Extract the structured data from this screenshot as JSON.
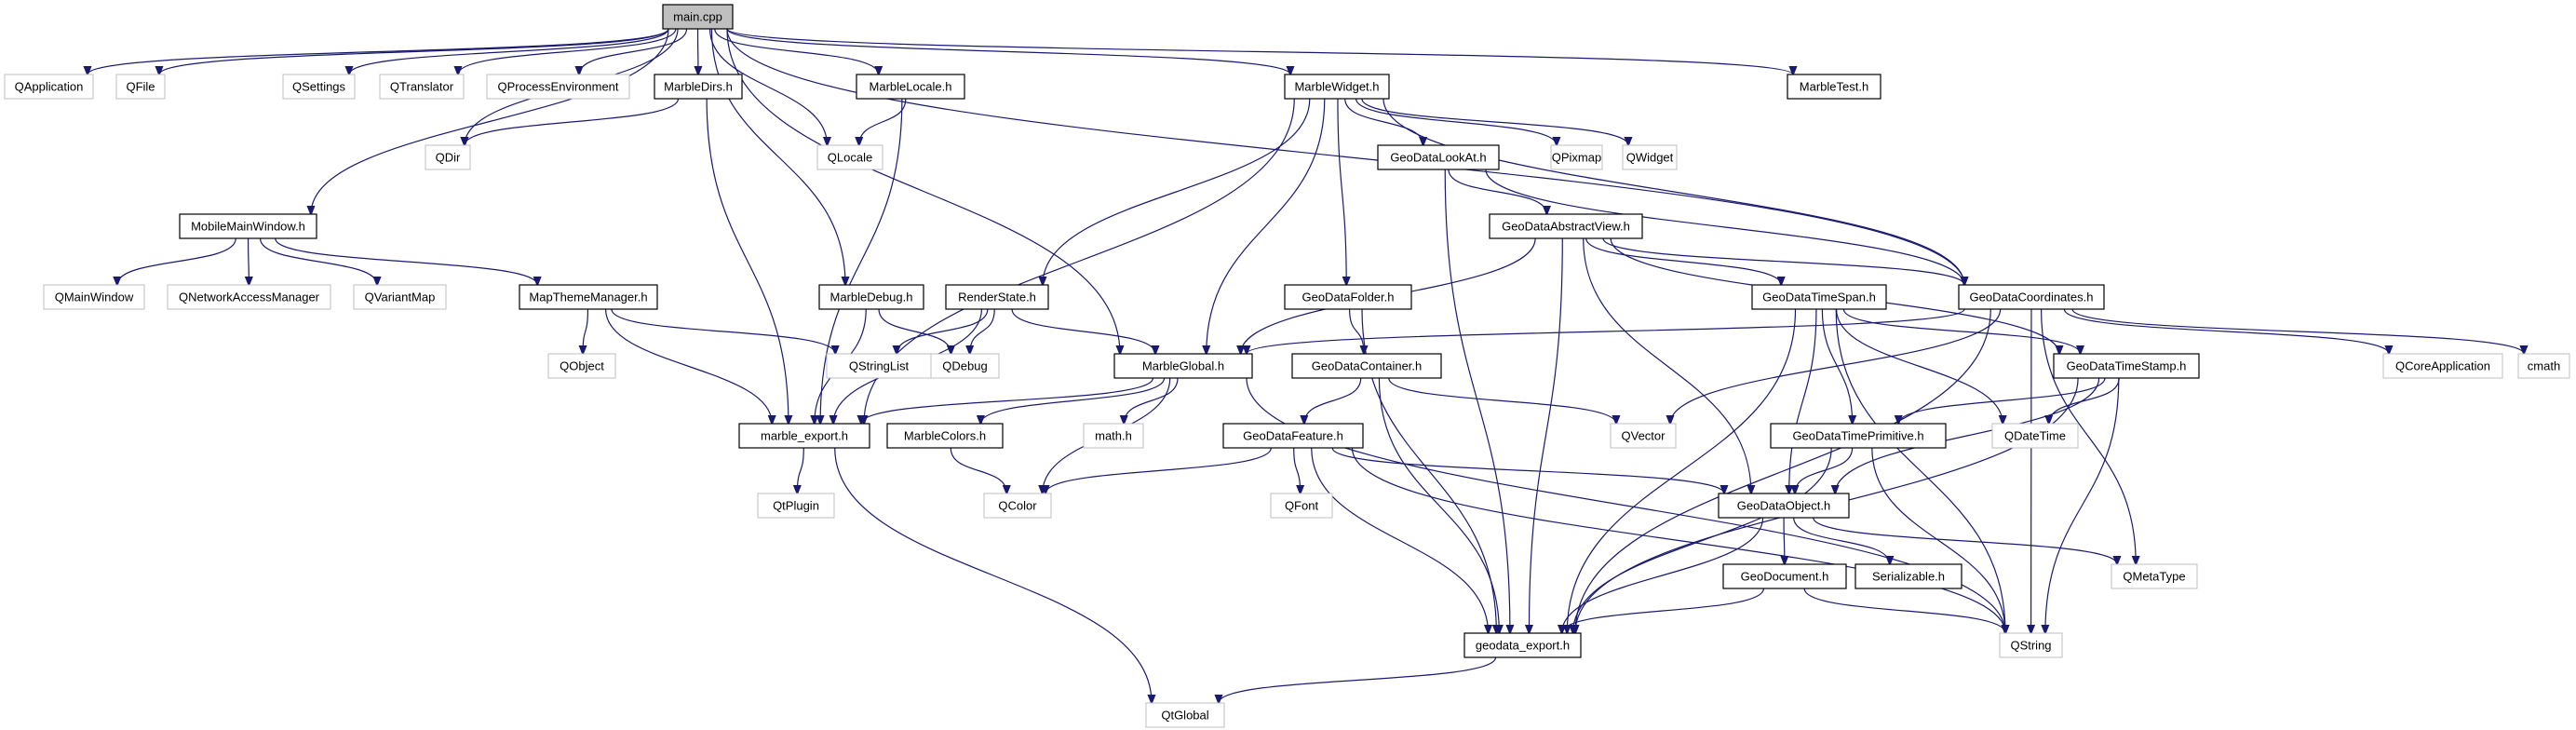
{
  "diagram": {
    "title": "main.cpp include dependency graph",
    "root": "main.cpp",
    "colors": {
      "edge": "#191970",
      "root_fill": "#bfbfbf",
      "documented_border": "#000000",
      "external_border": "#bfbfbf",
      "background": "#ffffff"
    },
    "nodes": [
      {
        "id": "main.cpp",
        "kind": "root"
      },
      {
        "id": "QApplication",
        "kind": "external"
      },
      {
        "id": "QFile",
        "kind": "external"
      },
      {
        "id": "QSettings",
        "kind": "external"
      },
      {
        "id": "QTranslator",
        "kind": "external"
      },
      {
        "id": "QProcessEnvironment",
        "kind": "external"
      },
      {
        "id": "MarbleDirs.h",
        "kind": "documented"
      },
      {
        "id": "MarbleLocale.h",
        "kind": "documented"
      },
      {
        "id": "MarbleWidget.h",
        "kind": "documented"
      },
      {
        "id": "MarbleTest.h",
        "kind": "documented"
      },
      {
        "id": "QDir",
        "kind": "external"
      },
      {
        "id": "QLocale",
        "kind": "external"
      },
      {
        "id": "GeoDataLookAt.h",
        "kind": "documented"
      },
      {
        "id": "QPixmap",
        "kind": "external"
      },
      {
        "id": "QWidget",
        "kind": "external"
      },
      {
        "id": "MobileMainWindow.h",
        "kind": "documented"
      },
      {
        "id": "GeoDataAbstractView.h",
        "kind": "documented"
      },
      {
        "id": "QMainWindow",
        "kind": "external"
      },
      {
        "id": "QNetworkAccessManager",
        "kind": "external"
      },
      {
        "id": "QVariantMap",
        "kind": "external"
      },
      {
        "id": "MapThemeManager.h",
        "kind": "documented"
      },
      {
        "id": "MarbleDebug.h",
        "kind": "documented"
      },
      {
        "id": "RenderState.h",
        "kind": "documented"
      },
      {
        "id": "GeoDataFolder.h",
        "kind": "documented"
      },
      {
        "id": "GeoDataTimeSpan.h",
        "kind": "documented"
      },
      {
        "id": "GeoDataCoordinates.h",
        "kind": "documented"
      },
      {
        "id": "QObject",
        "kind": "external"
      },
      {
        "id": "QStringList",
        "kind": "external"
      },
      {
        "id": "QDebug",
        "kind": "external"
      },
      {
        "id": "MarbleGlobal.h",
        "kind": "documented"
      },
      {
        "id": "GeoDataContainer.h",
        "kind": "documented"
      },
      {
        "id": "GeoDataTimeStamp.h",
        "kind": "documented"
      },
      {
        "id": "QCoreApplication",
        "kind": "external"
      },
      {
        "id": "cmath",
        "kind": "external"
      },
      {
        "id": "marble_export.h",
        "kind": "documented"
      },
      {
        "id": "MarbleColors.h",
        "kind": "documented"
      },
      {
        "id": "math.h",
        "kind": "external"
      },
      {
        "id": "GeoDataFeature.h",
        "kind": "documented"
      },
      {
        "id": "QVector",
        "kind": "external"
      },
      {
        "id": "GeoDataTimePrimitive.h",
        "kind": "documented"
      },
      {
        "id": "QDateTime",
        "kind": "external"
      },
      {
        "id": "QtPlugin",
        "kind": "external"
      },
      {
        "id": "QColor",
        "kind": "external"
      },
      {
        "id": "QFont",
        "kind": "external"
      },
      {
        "id": "GeoDataObject.h",
        "kind": "documented"
      },
      {
        "id": "GeoDocument.h",
        "kind": "documented"
      },
      {
        "id": "Serializable.h",
        "kind": "documented"
      },
      {
        "id": "QMetaType",
        "kind": "external"
      },
      {
        "id": "geodata_export.h",
        "kind": "documented"
      },
      {
        "id": "QString",
        "kind": "external"
      },
      {
        "id": "QtGlobal",
        "kind": "external"
      }
    ],
    "edges": [
      [
        "main.cpp",
        "QApplication"
      ],
      [
        "main.cpp",
        "QFile"
      ],
      [
        "main.cpp",
        "QSettings"
      ],
      [
        "main.cpp",
        "QTranslator"
      ],
      [
        "main.cpp",
        "QProcessEnvironment"
      ],
      [
        "main.cpp",
        "MarbleDirs.h"
      ],
      [
        "main.cpp",
        "MarbleLocale.h"
      ],
      [
        "main.cpp",
        "MarbleWidget.h"
      ],
      [
        "main.cpp",
        "MarbleTest.h"
      ],
      [
        "main.cpp",
        "QDir"
      ],
      [
        "main.cpp",
        "QLocale"
      ],
      [
        "main.cpp",
        "MobileMainWindow.h"
      ],
      [
        "main.cpp",
        "MarbleDebug.h"
      ],
      [
        "main.cpp",
        "MarbleGlobal.h"
      ],
      [
        "main.cpp",
        "GeoDataCoordinates.h"
      ],
      [
        "MarbleDirs.h",
        "QDir"
      ],
      [
        "MarbleDirs.h",
        "marble_export.h"
      ],
      [
        "MarbleLocale.h",
        "QLocale"
      ],
      [
        "MarbleLocale.h",
        "marble_export.h"
      ],
      [
        "MarbleWidget.h",
        "GeoDataLookAt.h"
      ],
      [
        "MarbleWidget.h",
        "QPixmap"
      ],
      [
        "MarbleWidget.h",
        "QWidget"
      ],
      [
        "MarbleWidget.h",
        "RenderState.h"
      ],
      [
        "MarbleWidget.h",
        "GeoDataFolder.h"
      ],
      [
        "MarbleWidget.h",
        "MarbleGlobal.h"
      ],
      [
        "MarbleWidget.h",
        "marble_export.h"
      ],
      [
        "MarbleWidget.h",
        "GeoDataCoordinates.h"
      ],
      [
        "GeoDataLookAt.h",
        "GeoDataAbstractView.h"
      ],
      [
        "GeoDataLookAt.h",
        "GeoDataCoordinates.h"
      ],
      [
        "GeoDataLookAt.h",
        "geodata_export.h"
      ],
      [
        "GeoDataAbstractView.h",
        "MarbleGlobal.h"
      ],
      [
        "GeoDataAbstractView.h",
        "GeoDataTimeSpan.h"
      ],
      [
        "GeoDataAbstractView.h",
        "GeoDataCoordinates.h"
      ],
      [
        "GeoDataAbstractView.h",
        "GeoDataTimeStamp.h"
      ],
      [
        "GeoDataAbstractView.h",
        "GeoDataObject.h"
      ],
      [
        "GeoDataAbstractView.h",
        "geodata_export.h"
      ],
      [
        "MobileMainWindow.h",
        "QMainWindow"
      ],
      [
        "MobileMainWindow.h",
        "QNetworkAccessManager"
      ],
      [
        "MobileMainWindow.h",
        "QVariantMap"
      ],
      [
        "MobileMainWindow.h",
        "MapThemeManager.h"
      ],
      [
        "MapThemeManager.h",
        "QObject"
      ],
      [
        "MapThemeManager.h",
        "QStringList"
      ],
      [
        "MapThemeManager.h",
        "marble_export.h"
      ],
      [
        "MarbleDebug.h",
        "QDebug"
      ],
      [
        "MarbleDebug.h",
        "marble_export.h"
      ],
      [
        "RenderState.h",
        "QStringList"
      ],
      [
        "RenderState.h",
        "QDebug"
      ],
      [
        "RenderState.h",
        "MarbleGlobal.h"
      ],
      [
        "RenderState.h",
        "marble_export.h"
      ],
      [
        "GeoDataFolder.h",
        "GeoDataContainer.h"
      ],
      [
        "GeoDataFolder.h",
        "geodata_export.h"
      ],
      [
        "GeoDataTimeSpan.h",
        "GeoDataTimePrimitive.h"
      ],
      [
        "GeoDataTimeSpan.h",
        "GeoDataTimeStamp.h"
      ],
      [
        "GeoDataTimeSpan.h",
        "QDateTime"
      ],
      [
        "GeoDataTimeSpan.h",
        "GeoDataObject.h"
      ],
      [
        "GeoDataTimeSpan.h",
        "geodata_export.h"
      ],
      [
        "GeoDataTimeSpan.h",
        "QString"
      ],
      [
        "GeoDataCoordinates.h",
        "MarbleGlobal.h"
      ],
      [
        "GeoDataCoordinates.h",
        "QVector"
      ],
      [
        "GeoDataCoordinates.h",
        "QCoreApplication"
      ],
      [
        "GeoDataCoordinates.h",
        "cmath"
      ],
      [
        "GeoDataCoordinates.h",
        "QMetaType"
      ],
      [
        "GeoDataCoordinates.h",
        "geodata_export.h"
      ],
      [
        "GeoDataCoordinates.h",
        "QString"
      ],
      [
        "MarbleGlobal.h",
        "marble_export.h"
      ],
      [
        "MarbleGlobal.h",
        "MarbleColors.h"
      ],
      [
        "MarbleGlobal.h",
        "math.h"
      ],
      [
        "MarbleGlobal.h",
        "QColor"
      ],
      [
        "MarbleGlobal.h",
        "QString"
      ],
      [
        "GeoDataContainer.h",
        "GeoDataFeature.h"
      ],
      [
        "GeoDataContainer.h",
        "QVector"
      ],
      [
        "GeoDataContainer.h",
        "geodata_export.h"
      ],
      [
        "GeoDataTimeStamp.h",
        "GeoDataTimePrimitive.h"
      ],
      [
        "GeoDataTimeStamp.h",
        "QDateTime"
      ],
      [
        "GeoDataTimeStamp.h",
        "GeoDataObject.h"
      ],
      [
        "GeoDataTimeStamp.h",
        "geodata_export.h"
      ],
      [
        "GeoDataTimeStamp.h",
        "QString"
      ],
      [
        "marble_export.h",
        "QtPlugin"
      ],
      [
        "marble_export.h",
        "QtGlobal"
      ],
      [
        "MarbleColors.h",
        "QColor"
      ],
      [
        "GeoDataFeature.h",
        "QColor"
      ],
      [
        "GeoDataFeature.h",
        "QFont"
      ],
      [
        "GeoDataFeature.h",
        "GeoDataObject.h"
      ],
      [
        "GeoDataFeature.h",
        "geodata_export.h"
      ],
      [
        "GeoDataFeature.h",
        "QString"
      ],
      [
        "GeoDataTimePrimitive.h",
        "GeoDataObject.h"
      ],
      [
        "GeoDataTimePrimitive.h",
        "geodata_export.h"
      ],
      [
        "GeoDataTimePrimitive.h",
        "QString"
      ],
      [
        "GeoDataObject.h",
        "GeoDocument.h"
      ],
      [
        "GeoDataObject.h",
        "Serializable.h"
      ],
      [
        "GeoDataObject.h",
        "QMetaType"
      ],
      [
        "GeoDataObject.h",
        "geodata_export.h"
      ],
      [
        "GeoDocument.h",
        "geodata_export.h"
      ],
      [
        "GeoDocument.h",
        "QString"
      ],
      [
        "geodata_export.h",
        "QtGlobal"
      ]
    ]
  }
}
